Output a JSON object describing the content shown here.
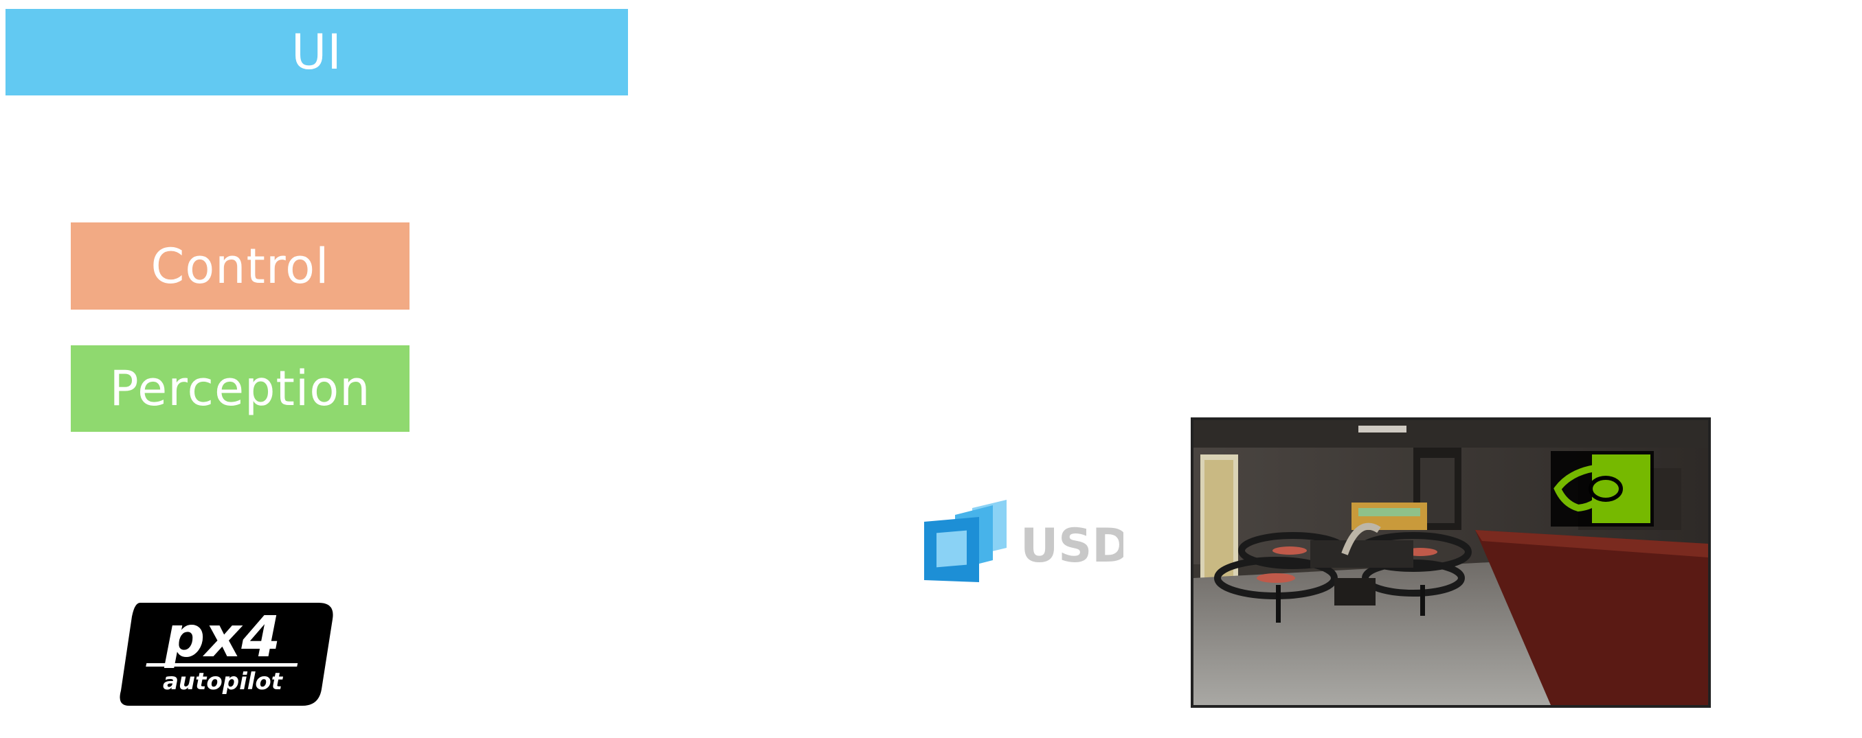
{
  "blocks": {
    "ui": {
      "label": "UI",
      "color": "#62c9f2"
    },
    "control": {
      "label": "Control",
      "color": "#f2aa84"
    },
    "perception": {
      "label": "Perception",
      "color": "#8fd96f"
    }
  },
  "logos": {
    "px4": {
      "line1": "px4",
      "line2": "autopilot"
    },
    "usd": {
      "label": "USD",
      "colors": [
        "#1d8fd6",
        "#47b3ea",
        "#8ad2f5"
      ]
    },
    "nvidia": {
      "color": "#76b900"
    }
  },
  "simulation_view": {
    "icon": "drone-in-warehouse-image"
  }
}
